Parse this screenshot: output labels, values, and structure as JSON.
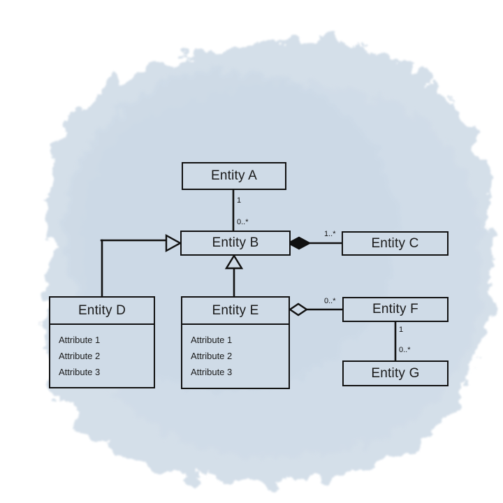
{
  "diagram": {
    "type": "uml-class-diagram",
    "background_color": "#d6e0ea",
    "canvas_color": "#ffffff",
    "node_fill": "#cfdbe7",
    "stroke_color": "#111111",
    "nodes": [
      {
        "id": "A",
        "title": "Entity A",
        "attributes": []
      },
      {
        "id": "B",
        "title": "Entity B",
        "attributes": []
      },
      {
        "id": "C",
        "title": "Entity C",
        "attributes": []
      },
      {
        "id": "D",
        "title": "Entity D",
        "attributes": [
          "Attribute 1",
          "Attribute 2",
          "Attribute 3"
        ]
      },
      {
        "id": "E",
        "title": "Entity E",
        "attributes": [
          "Attribute 1",
          "Attribute 2",
          "Attribute 3"
        ]
      },
      {
        "id": "F",
        "title": "Entity F",
        "attributes": []
      },
      {
        "id": "G",
        "title": "Entity G",
        "attributes": []
      }
    ],
    "edges": [
      {
        "id": "A-B",
        "from": "Entity A",
        "to": "Entity B",
        "kind": "association",
        "source_multiplicity": "1",
        "target_multiplicity": "0..*"
      },
      {
        "id": "C-B",
        "from": "Entity C",
        "to": "Entity B",
        "kind": "composition",
        "source_multiplicity": "1..*",
        "target_multiplicity": ""
      },
      {
        "id": "D-B",
        "from": "Entity D",
        "to": "Entity B",
        "kind": "generalization",
        "source_multiplicity": "",
        "target_multiplicity": ""
      },
      {
        "id": "E-B",
        "from": "Entity E",
        "to": "Entity B",
        "kind": "generalization",
        "source_multiplicity": "",
        "target_multiplicity": ""
      },
      {
        "id": "F-E",
        "from": "Entity F",
        "to": "Entity E",
        "kind": "aggregation",
        "source_multiplicity": "0..*",
        "target_multiplicity": ""
      },
      {
        "id": "F-G",
        "from": "Entity F",
        "to": "Entity G",
        "kind": "association",
        "source_multiplicity": "1",
        "target_multiplicity": "0..*"
      }
    ],
    "multiplicity_labels": {
      "a_b_source": "1",
      "a_b_target": "0..*",
      "c_b": "1..*",
      "f_e": "0..*",
      "f_g_source": "1",
      "f_g_target": "0..*"
    }
  }
}
